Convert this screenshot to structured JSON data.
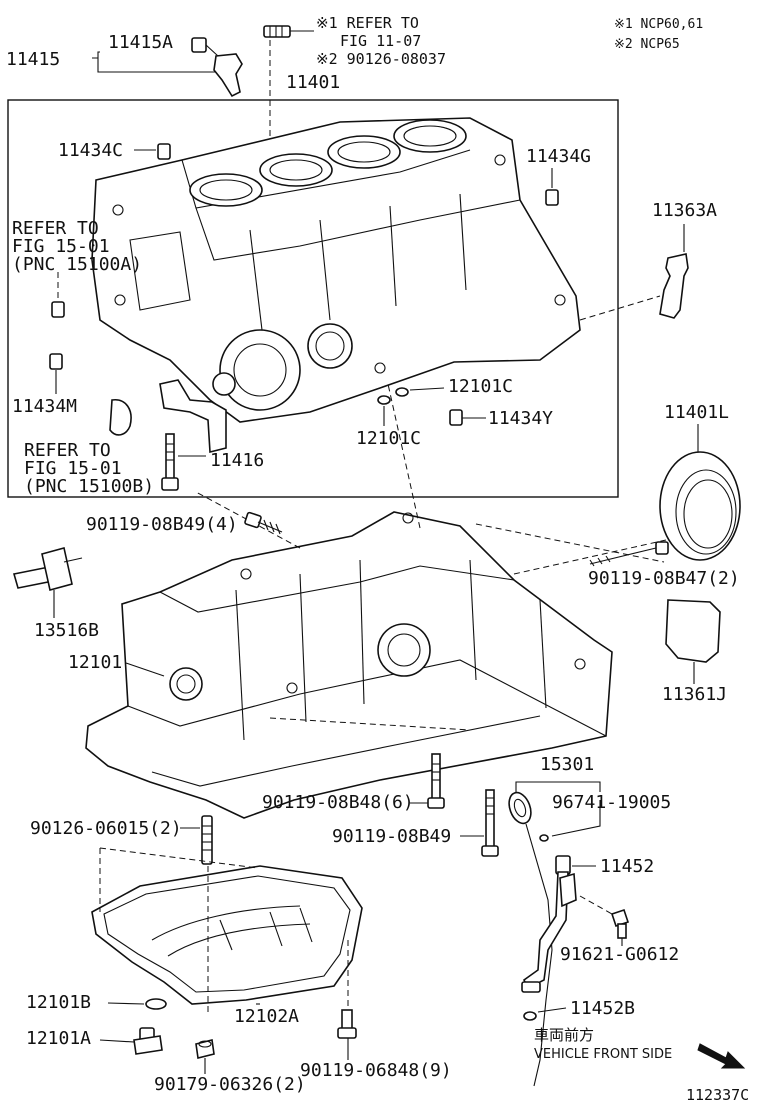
{
  "notes": {
    "ncp60": "※1 NCP60,61",
    "ncp65": "※2 NCP65",
    "refer_fig_top_1": "※1 REFER TO",
    "refer_fig_top_2": "FIG 11-07",
    "refer_fig_top_3": "※2 90126-08037"
  },
  "refs": {
    "left_1": "REFER TO",
    "left_2": "FIG 15-01",
    "left_3": "(PNC 15100A)",
    "lower_1": "REFER TO",
    "lower_2": "FIG 15-01",
    "lower_3": "(PNC 15100B)"
  },
  "parts": {
    "p11415": "11415",
    "p11415a": "11415A",
    "p11401": "11401",
    "p11434c": "11434C",
    "p11434g": "11434G",
    "p11363a": "11363A",
    "p11434m": "11434M",
    "p12101c_a": "12101C",
    "p12101c_b": "12101C",
    "p11434y": "11434Y",
    "p11416": "11416",
    "p11401l": "11401L",
    "p90119_08b49_4": "90119-08B49(4)",
    "p90119_08b47_2": "90119-08B47(2)",
    "p13516b": "13516B",
    "p12101": "12101",
    "p11361j": "11361J",
    "p15301": "15301",
    "p96741_19005": "96741-19005",
    "p90119_08b48_6": "90119-08B48(6)",
    "p90126_06015_2": "90126-06015(2)",
    "p90119_08b49": "90119-08B49",
    "p11452": "11452",
    "p91621_g0612": "91621-G0612",
    "p12101b": "12101B",
    "p11452b": "11452B",
    "p12101a": "12101A",
    "p12102a": "12102A",
    "p90179_06326_2": "90179-06326(2)",
    "p90119_06848_9": "90119-06848(9)"
  },
  "direction": {
    "jp": "車両前方",
    "en": "VEHICLE FRONT SIDE"
  },
  "figure_id": "112337C"
}
